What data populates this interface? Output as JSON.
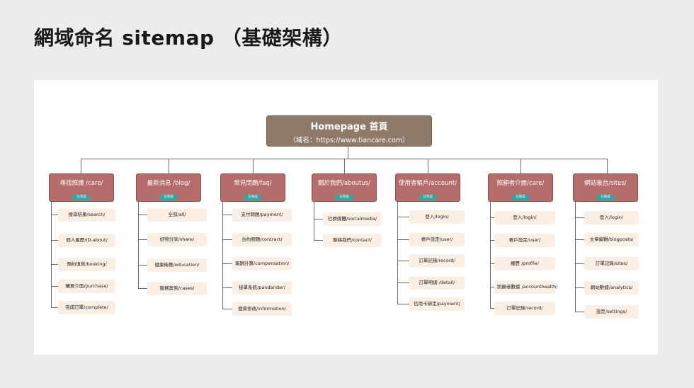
{
  "page_title": "網域命名 sitemap （基礎架構）",
  "root": {
    "title": "Homepage 首頁",
    "subtitle": "（域名：https://www.tiancare.com）"
  },
  "sections": [
    {
      "title": "尋找照護 /care/",
      "badge": "已完成",
      "children": [
        "搜尋結果/search/",
        "個人履歷/ID-about/",
        "預約填寫/booking/",
        "購買介面/purchase/",
        "完成訂單/complete/"
      ]
    },
    {
      "title": "最新消息 /blog/",
      "badge": "已完成",
      "children": [
        "全部/all/",
        "好物分享/share/",
        "健康衛教/education/",
        "服務案例/cases/"
      ]
    },
    {
      "title": "常見問題/faq/",
      "badge": "已完成",
      "children": [
        "支付問題/payment/",
        "合約問題/contract/",
        "報酬計算/compensation/",
        "接單系統/pandarider/",
        "個資修改/information/"
      ]
    },
    {
      "title": "關於我們/aboutus/",
      "badge": "已完成",
      "children": [
        "社群媒體/socialmedia/",
        "聯絡我們/contact/"
      ]
    },
    {
      "title": "使用者帳戶/account/",
      "badge": "已完成",
      "children": [
        "登入/login/",
        "帳戶設定/user/",
        "訂單記錄/record/",
        "訂單明細 /detail/",
        "信用卡綁定/payment/"
      ]
    },
    {
      "title": "照顧者介面/care/",
      "badge": "已完成",
      "children": [
        "登入/login/",
        "帳戶設定/user/",
        "履歷 /profile/",
        "照顧者數據 /accounthealth/",
        "訂單記錄/record/"
      ]
    },
    {
      "title": "網站後台/sites/",
      "badge": "已完成",
      "children": [
        "登入/login/",
        "文章編輯/blogposts/",
        "訂單記錄/sites/",
        "網站數據/analytics/",
        "設定/settings/"
      ]
    }
  ]
}
